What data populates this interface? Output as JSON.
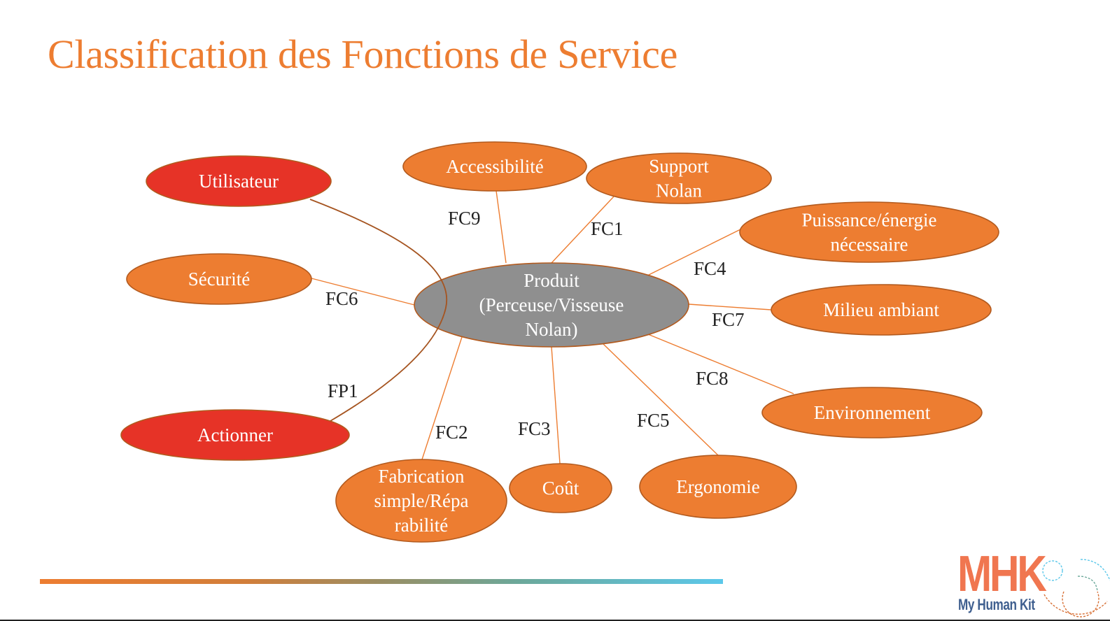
{
  "slide": {
    "title": "Classification des Fonctions de Service"
  },
  "colors": {
    "title": "#ED7D31",
    "primary_node": "#E63327",
    "secondary_node": "#ED7D31",
    "center_node": "#8F8F8F",
    "node_border": "#B25A1E",
    "fp_edge": "#A55420",
    "fc_edge": "#ED7D31"
  },
  "diagram": {
    "center": {
      "id": "produit",
      "lines": [
        "Produit",
        "(Perceuse/Visseuse",
        "Nolan)"
      ]
    },
    "nodes": [
      {
        "id": "utilisateur",
        "kind": "primary",
        "lines": [
          "Utilisateur"
        ]
      },
      {
        "id": "actionner",
        "kind": "primary",
        "lines": [
          "Actionner"
        ]
      },
      {
        "id": "accessibilite",
        "kind": "secondary",
        "lines": [
          "Accessibilité"
        ]
      },
      {
        "id": "support",
        "kind": "secondary",
        "lines": [
          "Support",
          "Nolan"
        ]
      },
      {
        "id": "puissance",
        "kind": "secondary",
        "lines": [
          "Puissance/énergie",
          "nécessaire"
        ]
      },
      {
        "id": "securite",
        "kind": "secondary",
        "lines": [
          "Sécurité"
        ]
      },
      {
        "id": "milieu",
        "kind": "secondary",
        "lines": [
          "Milieu ambiant"
        ]
      },
      {
        "id": "environnement",
        "kind": "secondary",
        "lines": [
          "Environnement"
        ]
      },
      {
        "id": "fabrication",
        "kind": "secondary",
        "lines": [
          "Fabrication",
          "simple/Répa",
          "rabilité"
        ]
      },
      {
        "id": "cout",
        "kind": "secondary",
        "lines": [
          "Coût"
        ]
      },
      {
        "id": "ergonomie",
        "kind": "secondary",
        "lines": [
          "Ergonomie"
        ]
      }
    ],
    "edges": [
      {
        "label": "FP1",
        "from": "utilisateur",
        "to": "actionner",
        "via": "produit",
        "type": "principal"
      },
      {
        "label": "FC1",
        "from": "produit",
        "to": "support",
        "type": "contrainte"
      },
      {
        "label": "FC2",
        "from": "produit",
        "to": "fabrication",
        "type": "contrainte"
      },
      {
        "label": "FC3",
        "from": "produit",
        "to": "cout",
        "type": "contrainte"
      },
      {
        "label": "FC4",
        "from": "produit",
        "to": "puissance",
        "type": "contrainte"
      },
      {
        "label": "FC5",
        "from": "produit",
        "to": "ergonomie",
        "type": "contrainte"
      },
      {
        "label": "FC6",
        "from": "produit",
        "to": "securite",
        "type": "contrainte"
      },
      {
        "label": "FC7",
        "from": "produit",
        "to": "milieu",
        "type": "contrainte"
      },
      {
        "label": "FC8",
        "from": "produit",
        "to": "environnement",
        "type": "contrainte"
      },
      {
        "label": "FC9",
        "from": "produit",
        "to": "accessibilite",
        "type": "contrainte"
      }
    ]
  },
  "logo": {
    "name": "MHK",
    "tagline": "My Human Kit"
  }
}
